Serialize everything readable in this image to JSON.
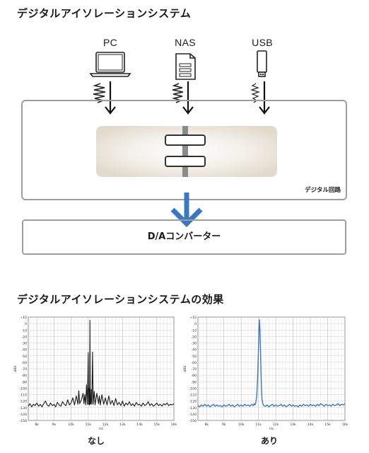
{
  "diagram": {
    "title": "デジタルアイソレーションシステム",
    "sources": [
      {
        "label": "PC",
        "icon": "laptop-icon"
      },
      {
        "label": "NAS",
        "icon": "nas-icon"
      },
      {
        "label": "USB",
        "icon": "usb-stick-icon"
      }
    ],
    "circuit_label": "デジタル回路",
    "dac_label": "D/Aコンバーター"
  },
  "effect": {
    "title": "デジタルアイソレーションシステムの効果",
    "panels": [
      {
        "label": "なし",
        "color": "#1a1a1a"
      },
      {
        "label": "あり",
        "color": "#3a78c2"
      }
    ]
  },
  "chart_data": [
    {
      "type": "line",
      "ylabel": "dBV",
      "xlabel": "Hz",
      "yticks": [
        "+10",
        "0",
        "-10",
        "-20",
        "-30",
        "-40",
        "-50",
        "-60",
        "-70",
        "-80",
        "-90",
        "-100",
        "-110",
        "-120",
        "-130",
        "-140",
        "-150"
      ],
      "xticks": [
        "8k",
        "9k",
        "10k",
        "11k",
        "12k",
        "13k",
        "14k",
        "15k",
        "16k"
      ],
      "ylim": [
        -150,
        10
      ],
      "xlim": [
        7500,
        16000
      ],
      "series": [
        {
          "color": "#1a1a1a",
          "points": [
            [
              7500,
              -128
            ],
            [
              7600,
              -124
            ],
            [
              7700,
              -129
            ],
            [
              7800,
              -125
            ],
            [
              7900,
              -127
            ],
            [
              8000,
              -123
            ],
            [
              8100,
              -128
            ],
            [
              8200,
              -125
            ],
            [
              8300,
              -129
            ],
            [
              8400,
              -124
            ],
            [
              8500,
              -120
            ],
            [
              8600,
              -126
            ],
            [
              8700,
              -128
            ],
            [
              8800,
              -123
            ],
            [
              8900,
              -127
            ],
            [
              9000,
              -125
            ],
            [
              9100,
              -129
            ],
            [
              9200,
              -122
            ],
            [
              9300,
              -126
            ],
            [
              9400,
              -128
            ],
            [
              9500,
              -121
            ],
            [
              9600,
              -125
            ],
            [
              9700,
              -127
            ],
            [
              9800,
              -118
            ],
            [
              9900,
              -126
            ],
            [
              10000,
              -123
            ],
            [
              10100,
              -115
            ],
            [
              10200,
              -126
            ],
            [
              10300,
              -112
            ],
            [
              10400,
              -125
            ],
            [
              10450,
              -104
            ],
            [
              10500,
              -124
            ],
            [
              10600,
              -118
            ],
            [
              10700,
              -108
            ],
            [
              10750,
              -124
            ],
            [
              10800,
              -110
            ],
            [
              10850,
              -126
            ],
            [
              10900,
              -95
            ],
            [
              10950,
              -125
            ],
            [
              11000,
              -45
            ],
            [
              11020,
              -125
            ],
            [
              11040,
              -100
            ],
            [
              11060,
              -126
            ],
            [
              11080,
              -125
            ],
            [
              11100,
              5
            ],
            [
              11120,
              -125
            ],
            [
              11150,
              -124
            ],
            [
              11180,
              -102
            ],
            [
              11210,
              -125
            ],
            [
              11250,
              -44
            ],
            [
              11290,
              -125
            ],
            [
              11350,
              -105
            ],
            [
              11400,
              -126
            ],
            [
              11500,
              -108
            ],
            [
              11600,
              -124
            ],
            [
              11650,
              -112
            ],
            [
              11700,
              -126
            ],
            [
              11800,
              -110
            ],
            [
              11900,
              -125
            ],
            [
              12000,
              -115
            ],
            [
              12100,
              -126
            ],
            [
              12200,
              -112
            ],
            [
              12300,
              -125
            ],
            [
              12400,
              -119
            ],
            [
              12500,
              -127
            ],
            [
              12600,
              -116
            ],
            [
              12700,
              -126
            ],
            [
              12800,
              -122
            ],
            [
              12900,
              -127
            ],
            [
              13000,
              -120
            ],
            [
              13100,
              -128
            ],
            [
              13200,
              -123
            ],
            [
              13300,
              -126
            ],
            [
              13400,
              -121
            ],
            [
              13500,
              -127
            ],
            [
              13600,
              -124
            ],
            [
              13700,
              -128
            ],
            [
              13800,
              -122
            ],
            [
              13900,
              -126
            ],
            [
              14000,
              -125
            ],
            [
              14100,
              -128
            ],
            [
              14200,
              -123
            ],
            [
              14300,
              -127
            ],
            [
              14400,
              -125
            ],
            [
              14500,
              -121
            ],
            [
              14600,
              -127
            ],
            [
              14700,
              -124
            ],
            [
              14800,
              -128
            ],
            [
              14900,
              -126
            ],
            [
              15000,
              -123
            ],
            [
              15100,
              -127
            ],
            [
              15200,
              -125
            ],
            [
              15300,
              -128
            ],
            [
              15400,
              -124
            ],
            [
              15500,
              -126
            ],
            [
              15600,
              -123
            ],
            [
              15700,
              -127
            ],
            [
              15800,
              -125
            ],
            [
              15900,
              -126
            ],
            [
              16000,
              -124
            ]
          ]
        }
      ]
    },
    {
      "type": "line",
      "ylabel": "dBV",
      "xlabel": "Hz",
      "yticks": [
        "+10",
        "0",
        "-10",
        "-20",
        "-30",
        "-40",
        "-50",
        "-60",
        "-70",
        "-80",
        "-90",
        "-100",
        "-110",
        "-120",
        "-130",
        "-140",
        "-150"
      ],
      "xticks": [
        "8k",
        "9k",
        "10k",
        "11k",
        "12k",
        "13k",
        "14k",
        "15k",
        "16k"
      ],
      "ylim": [
        -150,
        10
      ],
      "xlim": [
        7500,
        16000
      ],
      "series": [
        {
          "color": "#3a78c2",
          "points": [
            [
              7500,
              -127
            ],
            [
              7600,
              -129
            ],
            [
              7700,
              -126
            ],
            [
              7800,
              -128
            ],
            [
              7900,
              -125
            ],
            [
              8000,
              -128
            ],
            [
              8100,
              -126
            ],
            [
              8200,
              -129
            ],
            [
              8300,
              -127
            ],
            [
              8400,
              -125
            ],
            [
              8500,
              -128
            ],
            [
              8600,
              -126
            ],
            [
              8700,
              -128
            ],
            [
              8800,
              -127
            ],
            [
              8900,
              -129
            ],
            [
              9000,
              -126
            ],
            [
              9100,
              -128
            ],
            [
              9200,
              -127
            ],
            [
              9300,
              -125
            ],
            [
              9400,
              -128
            ],
            [
              9500,
              -126
            ],
            [
              9600,
              -129
            ],
            [
              9700,
              -127
            ],
            [
              9800,
              -125
            ],
            [
              9900,
              -128
            ],
            [
              10000,
              -126
            ],
            [
              10100,
              -128
            ],
            [
              10200,
              -125
            ],
            [
              10300,
              -127
            ],
            [
              10400,
              -126
            ],
            [
              10500,
              -128
            ],
            [
              10600,
              -125
            ],
            [
              10700,
              -127
            ],
            [
              10750,
              -124
            ],
            [
              10800,
              -126
            ],
            [
              10850,
              -122
            ],
            [
              10900,
              -112
            ],
            [
              10950,
              -85
            ],
            [
              11000,
              -40
            ],
            [
              11030,
              -10
            ],
            [
              11060,
              6
            ],
            [
              11090,
              -12
            ],
            [
              11120,
              -45
            ],
            [
              11160,
              -90
            ],
            [
              11200,
              -116
            ],
            [
              11250,
              -124
            ],
            [
              11300,
              -127
            ],
            [
              11400,
              -128
            ],
            [
              11500,
              -126
            ],
            [
              11600,
              -129
            ],
            [
              11700,
              -127
            ],
            [
              11800,
              -125
            ],
            [
              11900,
              -128
            ],
            [
              12000,
              -126
            ],
            [
              12100,
              -128
            ],
            [
              12200,
              -127
            ],
            [
              12300,
              -125
            ],
            [
              12400,
              -128
            ],
            [
              12500,
              -126
            ],
            [
              12600,
              -129
            ],
            [
              12700,
              -127
            ],
            [
              12800,
              -125
            ],
            [
              12900,
              -128
            ],
            [
              13000,
              -126
            ],
            [
              13100,
              -128
            ],
            [
              13200,
              -127
            ],
            [
              13300,
              -129
            ],
            [
              13400,
              -126
            ],
            [
              13500,
              -128
            ],
            [
              13600,
              -125
            ],
            [
              13700,
              -127
            ],
            [
              13800,
              -126
            ],
            [
              13900,
              -128
            ],
            [
              14000,
              -125
            ],
            [
              14100,
              -127
            ],
            [
              14200,
              -126
            ],
            [
              14300,
              -128
            ],
            [
              14400,
              -125
            ],
            [
              14500,
              -127
            ],
            [
              14600,
              -124
            ],
            [
              14700,
              -126
            ],
            [
              14800,
              -128
            ],
            [
              14900,
              -125
            ],
            [
              15000,
              -127
            ],
            [
              15100,
              -126
            ],
            [
              15200,
              -128
            ],
            [
              15300,
              -125
            ],
            [
              15400,
              -127
            ],
            [
              15500,
              -126
            ],
            [
              15600,
              -124
            ],
            [
              15700,
              -127
            ],
            [
              15800,
              -125
            ],
            [
              15900,
              -126
            ],
            [
              16000,
              -124
            ]
          ]
        }
      ]
    }
  ]
}
